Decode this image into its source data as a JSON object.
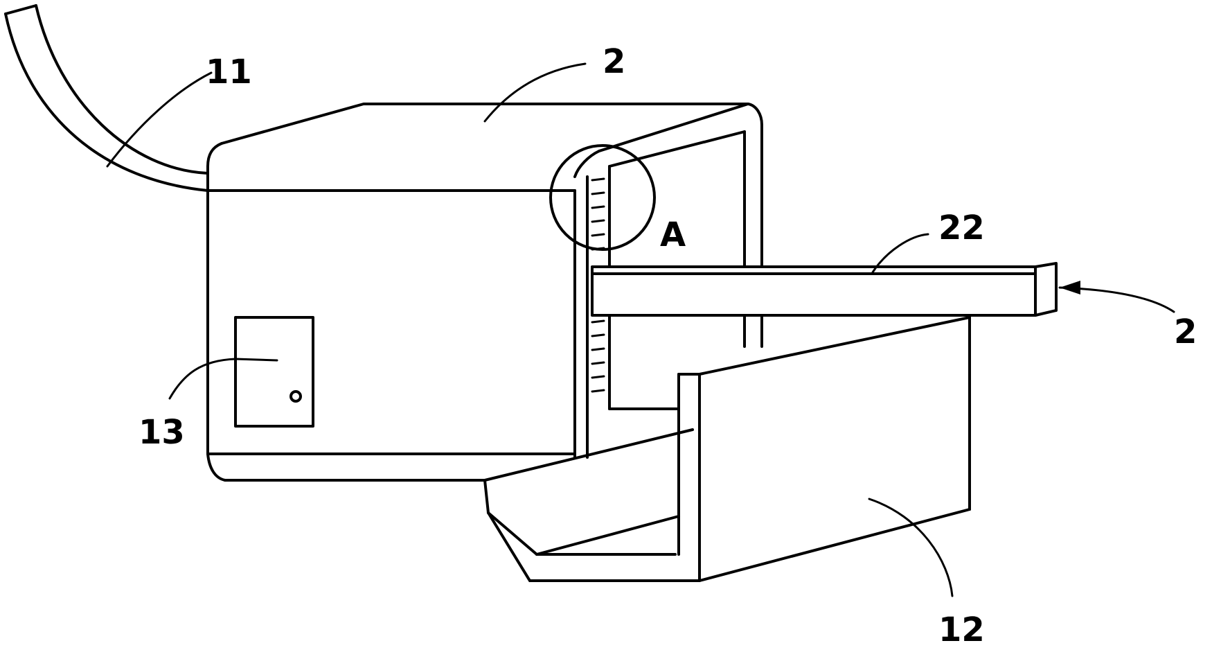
{
  "labels": {
    "hose": "11",
    "top_housing": "2",
    "detail_a": "A",
    "rod": "22",
    "right_arrow": "2",
    "door_panel": "13",
    "tray": "12"
  }
}
